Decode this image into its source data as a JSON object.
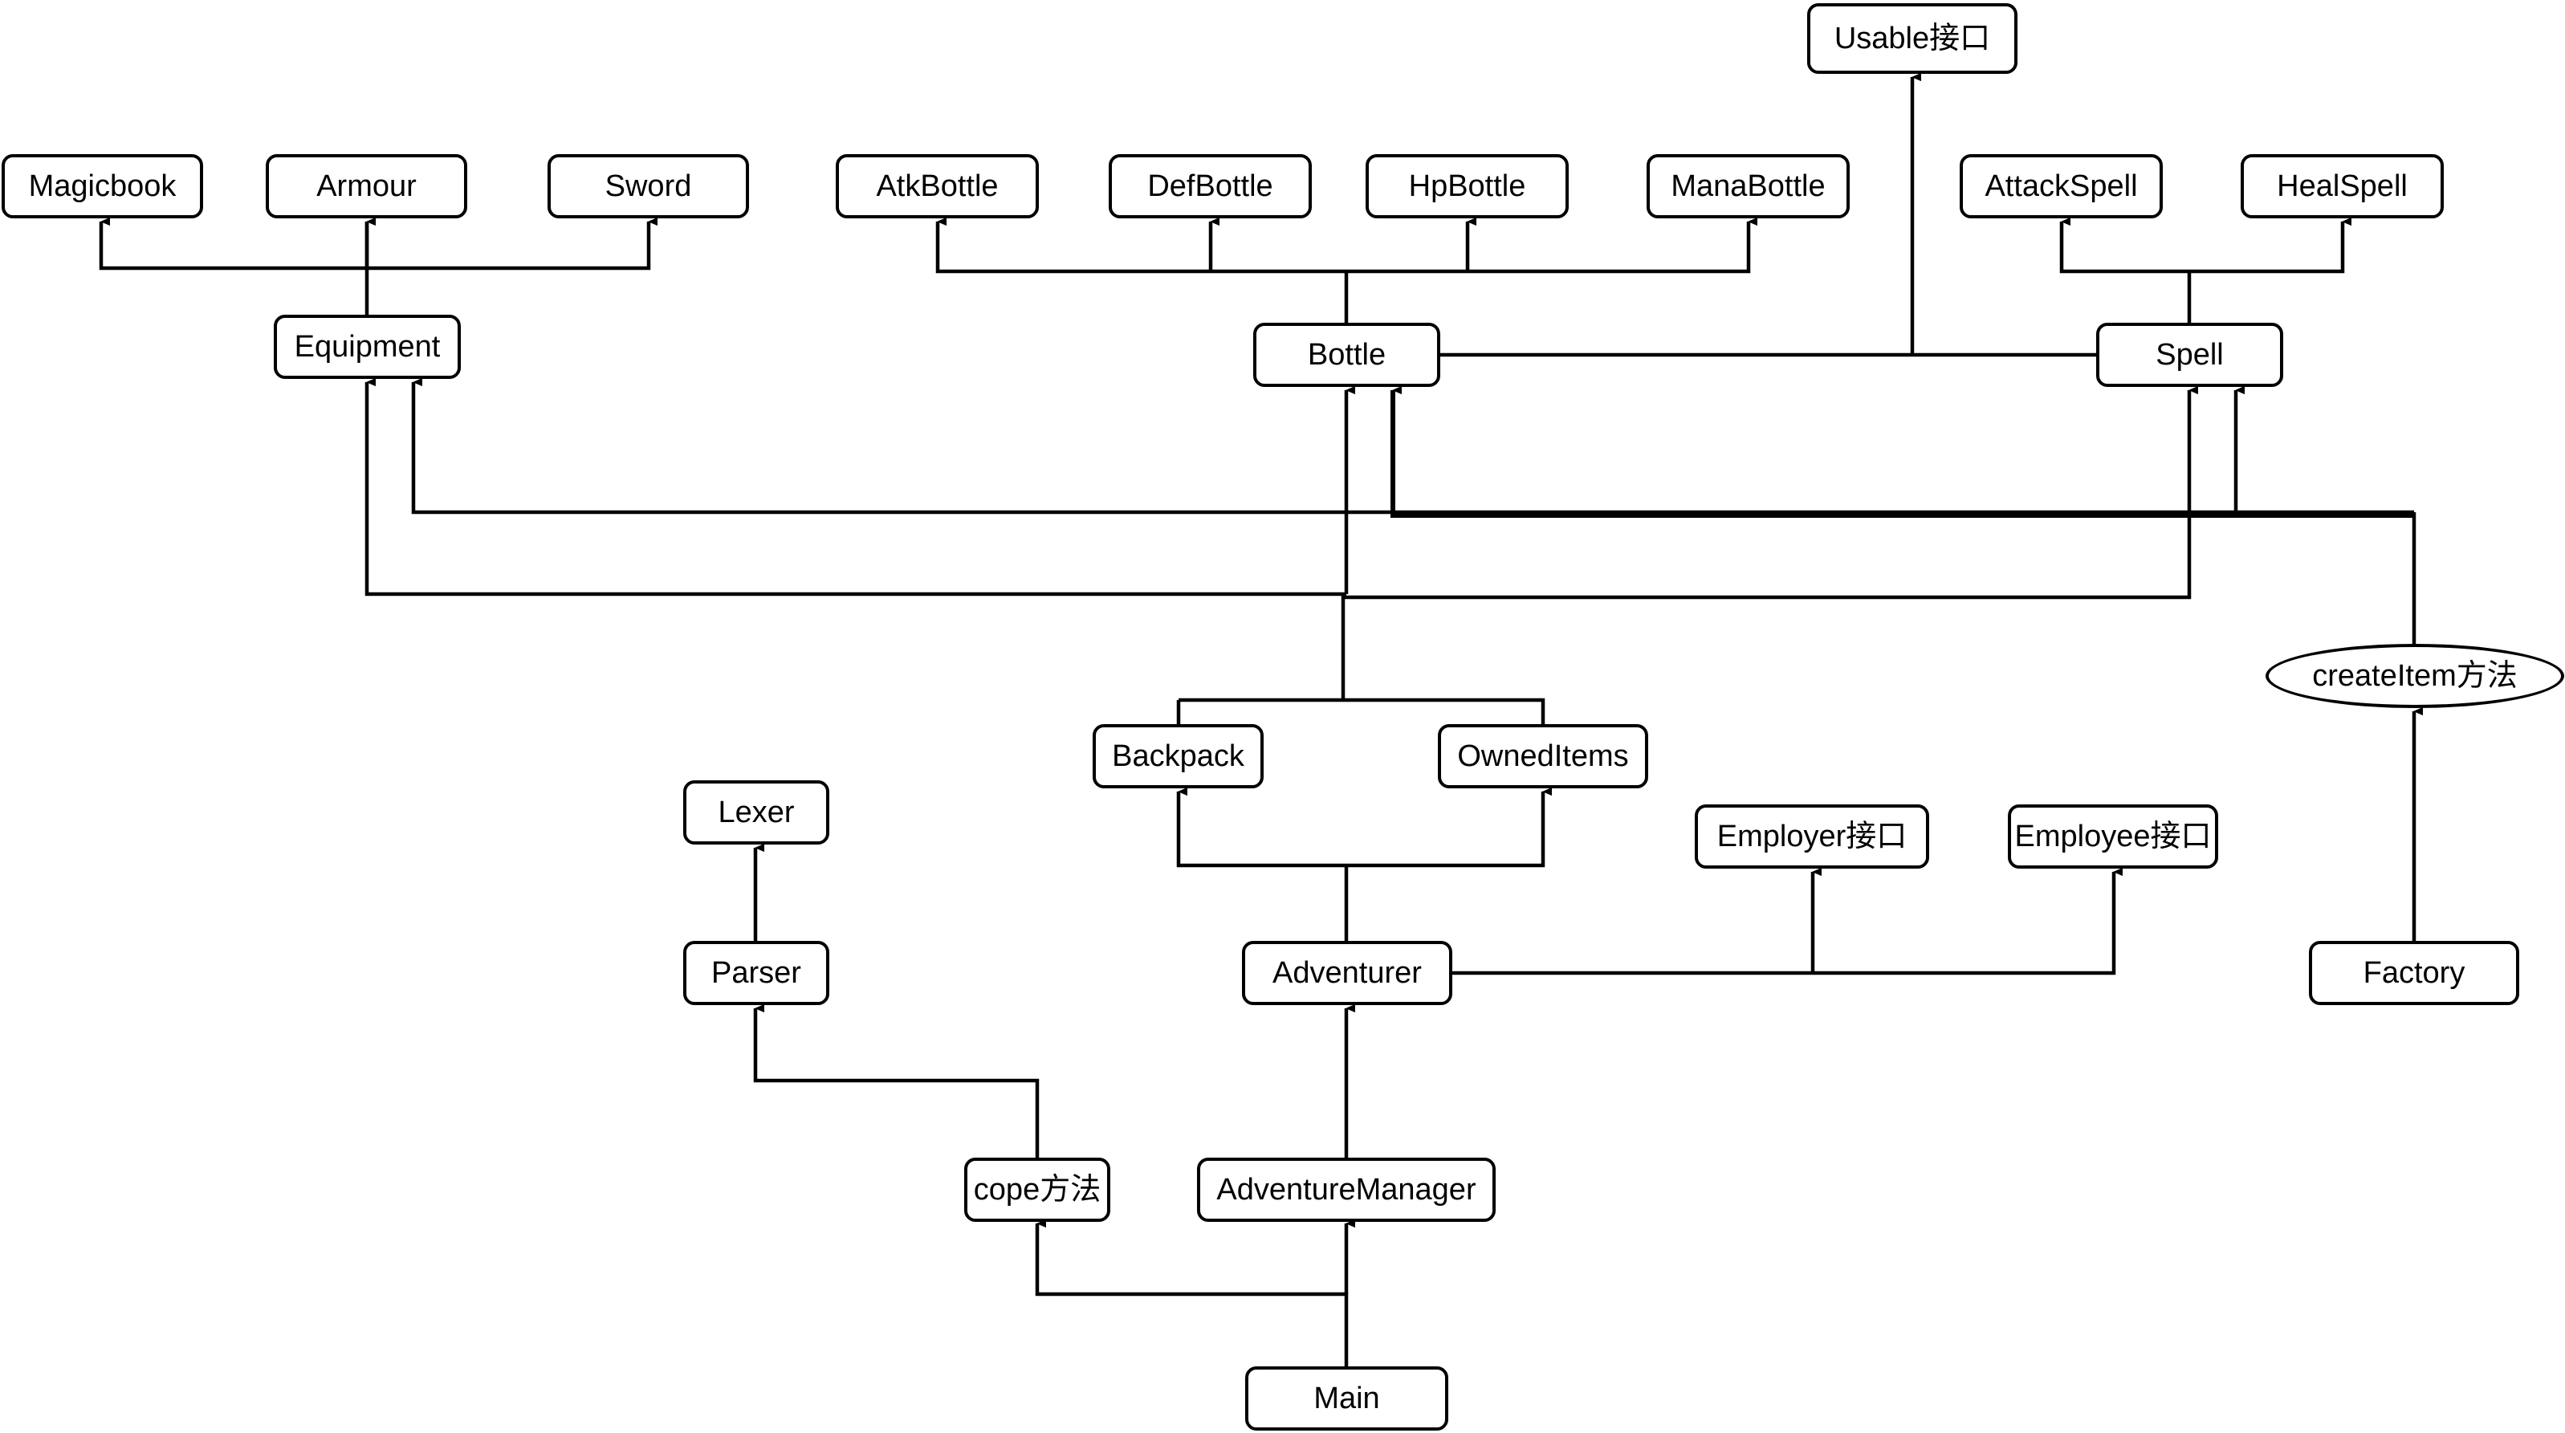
{
  "nodes": {
    "usable": "Usable接口",
    "magicbook": "Magicbook",
    "armour": "Armour",
    "sword": "Sword",
    "atkbottle": "AtkBottle",
    "defbottle": "DefBottle",
    "hpbottle": "HpBottle",
    "manabottle": "ManaBottle",
    "attackspell": "AttackSpell",
    "healspell": "HealSpell",
    "equipment": "Equipment",
    "bottle": "Bottle",
    "spell": "Spell",
    "createitem": "createItem方法",
    "backpack": "Backpack",
    "owneditems": "OwnedItems",
    "lexer": "Lexer",
    "employer": "Employer接口",
    "employee": "Employee接口",
    "parser": "Parser",
    "adventurer": "Adventurer",
    "factory": "Factory",
    "cope": "cope方法",
    "adventuremanager": "AdventureManager",
    "main": "Main"
  },
  "colors": {
    "line": "#000000",
    "node_border": "#000000",
    "node_fill": "#ffffff"
  }
}
